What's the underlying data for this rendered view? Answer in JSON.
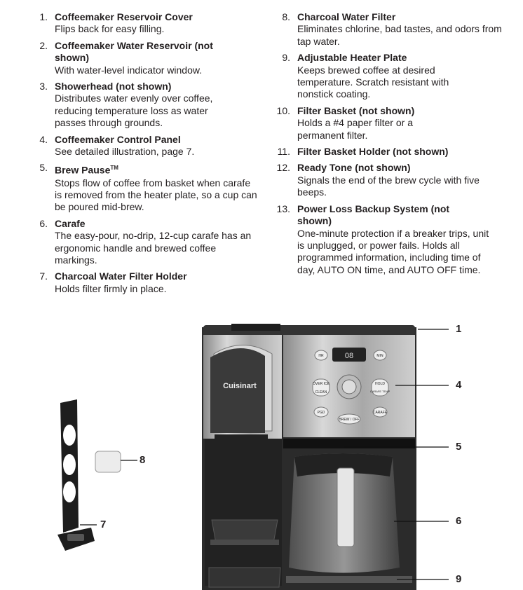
{
  "left_items": [
    {
      "num": "1.",
      "title": "Coffeemaker Reservoir Cover",
      "desc": "Flips back for easy filling."
    },
    {
      "num": "2.",
      "title": "Coffeemaker Water Reservoir (not shown)",
      "desc": "With water-level indicator window."
    },
    {
      "num": "3.",
      "title": "Showerhead (not shown)",
      "desc": "Distributes water evenly over coffee, reducing temperature loss as water passes through grounds."
    },
    {
      "num": "4.",
      "title": "Coffeemaker Control Panel",
      "desc": "See detailed illustration, page 7."
    },
    {
      "num": "5.",
      "title": "Brew Pause",
      "title_sup": "TM",
      "desc": "Stops flow of coffee from basket when carafe is removed from the heater plate, so a cup can be poured mid-brew."
    },
    {
      "num": "6.",
      "title": "Carafe",
      "desc": "The easy-pour, no-drip, 12-cup carafe has an ergonomic handle and brewed coffee markings."
    },
    {
      "num": "7.",
      "title": "Charcoal Water Filter Holder",
      "desc": "Holds filter firmly in place."
    }
  ],
  "right_items": [
    {
      "num": "8.",
      "title": "Charcoal Water Filter",
      "desc": "Eliminates chlorine, bad tastes, and odors from tap water."
    },
    {
      "num": "9.",
      "title": "Adjustable Heater Plate",
      "desc": "Keeps brewed coffee at desired temperature. Scratch resistant with nonstick coating."
    },
    {
      "num": "10.",
      "title": "Filter Basket (not shown)",
      "desc": "Holds a #4 paper filter or a permanent filter."
    },
    {
      "num": "11.",
      "title": "Filter Basket Holder (not shown)",
      "desc": ""
    },
    {
      "num": "12.",
      "title": "Ready Tone (not shown)",
      "desc": "Signals the end of the brew cycle with five beeps."
    },
    {
      "num": "13.",
      "title": "Power Loss Backup System (not shown)",
      "desc": "One-minute protection if a breaker trips, unit is unplugged, or power fails. Holds all programmed information, including time of day, AUTO ON time, and AUTO OFF time."
    }
  ],
  "figure": {
    "brand": "Cuisinart",
    "display": "08",
    "buttons": {
      "hr": "HR",
      "min": "MIN",
      "over_ice": "OVER ICE",
      "clean": "CLEAN",
      "hold": "HOLD",
      "carafe_temp": "CARAFE TEMP",
      "pgd": "PGD",
      "brew_off": "BREW / OFF",
      "carafe": "CARAFE"
    },
    "callouts": [
      "1",
      "4",
      "5",
      "6",
      "9",
      "8",
      "7"
    ]
  }
}
